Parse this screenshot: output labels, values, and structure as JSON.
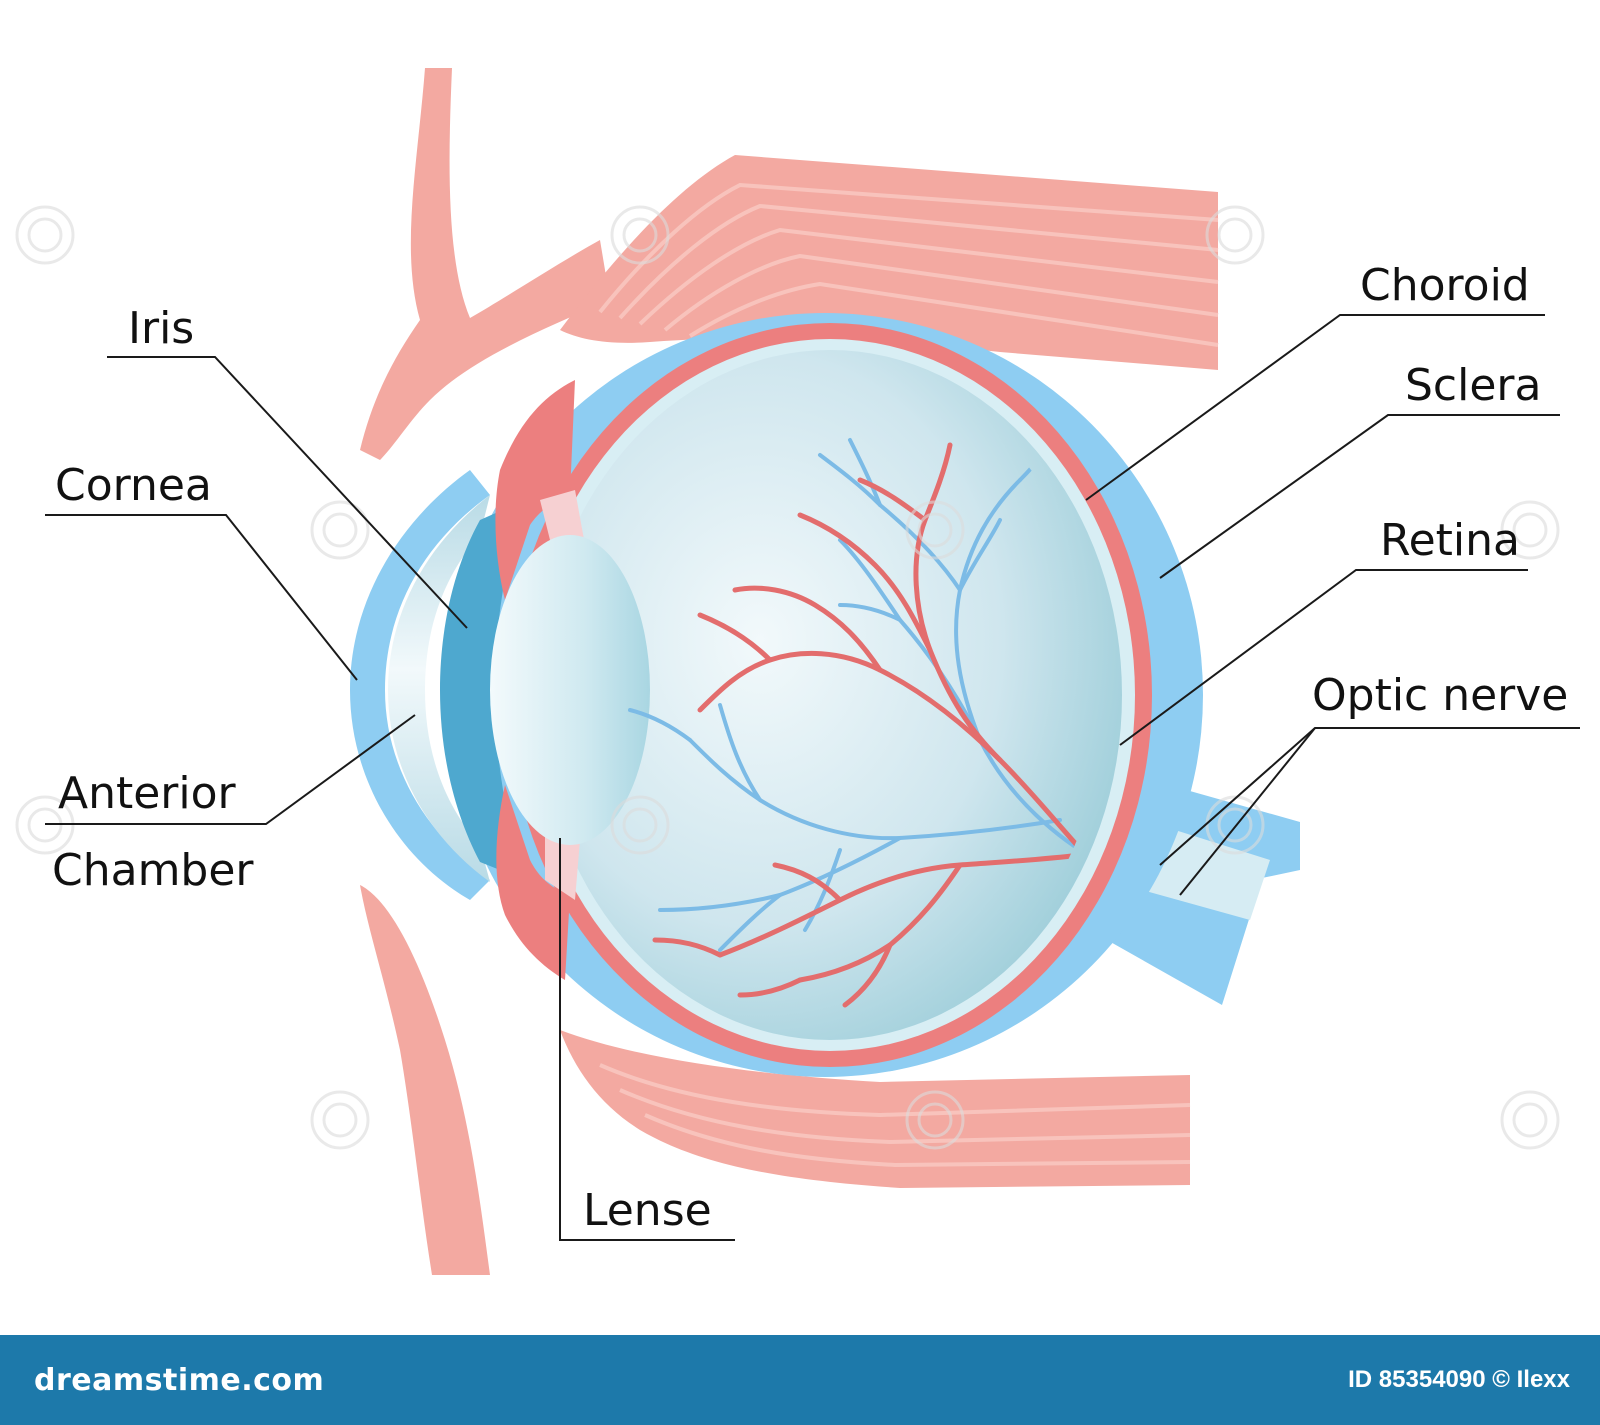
{
  "labels": {
    "iris": "Iris",
    "cornea": "Cornea",
    "anterior": "Anterior",
    "chamber": "Chamber",
    "choroid": "Choroid",
    "sclera": "Sclera",
    "retina": "Retina",
    "optic_nerve": "Optic nerve",
    "lense": "Lense"
  },
  "footer": {
    "site": "dreamstime.com",
    "credit": "ID 85354090 © Ilexx"
  },
  "colors": {
    "sclera": "#8ecdf2",
    "choroid": "#ec7f7f",
    "vitreous": "#cfe8ef",
    "muscle": "#f3a9a1",
    "muscle_stripe": "#f5b9b2",
    "artery": "#e36d6d",
    "vein": "#7cbbe6",
    "iris": "#4ea8cf",
    "lens": "#d7eef3",
    "footer_bg": "#1d79aa"
  }
}
